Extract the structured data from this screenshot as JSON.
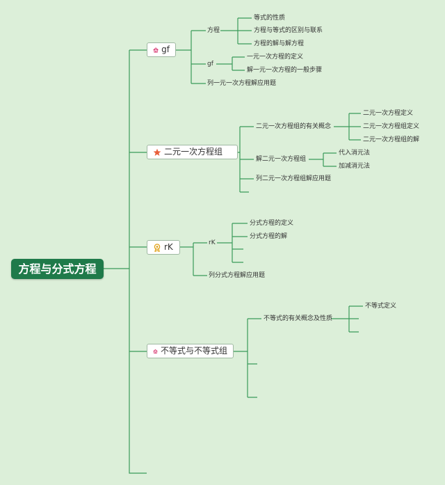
{
  "root": "方程与分式方程",
  "colors": {
    "line": "#3a9a5a",
    "root_bg": "#1f7a4a",
    "background": "#dcefd9"
  },
  "branches": [
    {
      "label": "gf",
      "icon": "home-icon",
      "children": [
        {
          "label": "方程",
          "children": [
            "等式的性质",
            "方程与等式的区别与联系",
            "方程的解与解方程"
          ]
        },
        {
          "label": "gf",
          "children": [
            "一元一次方程的定义",
            "解一元一次方程的一般步骤"
          ]
        },
        {
          "label": "列一元一次方程解应用题"
        }
      ]
    },
    {
      "label": "二元一次方程组",
      "icon": "star-icon",
      "children": [
        {
          "label": "二元一次方程组的有关概念",
          "children": [
            "二元一次方程定义",
            "二元一次方程组定义",
            "二元一次方程组的解"
          ]
        },
        {
          "label": "解二元一次方程组",
          "children": [
            "代入消元法",
            "加减消元法"
          ]
        },
        {
          "label": "列二元一次方程组解应用题"
        }
      ]
    },
    {
      "label": "rK",
      "icon": "badge-icon",
      "children": [
        {
          "label": "rK",
          "children": [
            "分式方程的定义",
            "分式方程的解",
            "",
            ""
          ]
        },
        {
          "label": "列分式方程解应用题"
        }
      ]
    },
    {
      "label": "不等式与不等式组",
      "icon": "home-icon",
      "children": [
        {
          "label": "不等式的有关概念及性质",
          "children": [
            "不等式定义",
            "",
            ""
          ]
        },
        {
          "label": ""
        },
        {
          "label": ""
        }
      ]
    }
  ]
}
